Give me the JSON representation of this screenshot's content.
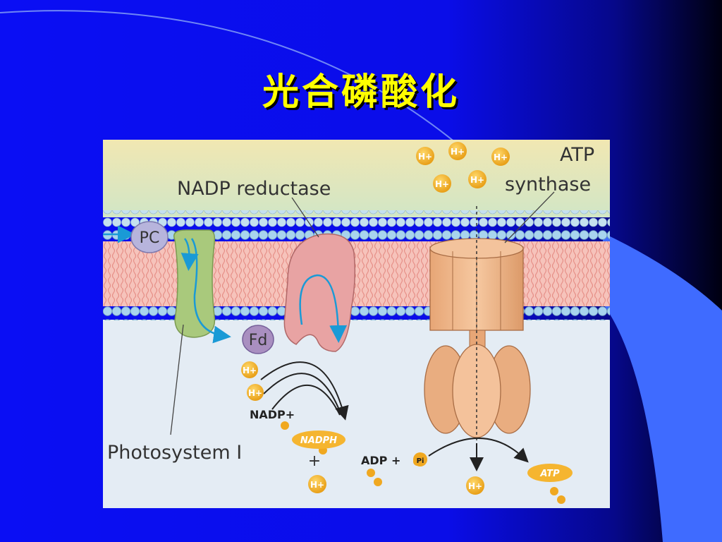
{
  "slide": {
    "title": "光合磷酸化"
  },
  "diagram": {
    "labels": {
      "nadp_reductase": "NADP reductase",
      "atp_synthase_line1": "ATP",
      "atp_synthase_line2": "synthase",
      "photosystem": "Photosystem I",
      "pc": "PC",
      "fd": "Fd",
      "nadp_plus": "NADP+",
      "nadph": "NADPH",
      "plus": "+",
      "adp_plus": "ADP +",
      "pi": "Pi",
      "atp": "ATP",
      "proton": "H+"
    }
  },
  "colors": {
    "slide_background": "#0a0ef2",
    "title": "#ffff00",
    "proton": "#f0a820",
    "flow_arrow": "#1a9ad6",
    "membrane_head": "#a8d4ee",
    "membrane_tail": "#f6b9b0",
    "photosystem": "#a9c97c",
    "reductase": "#e8a3a3",
    "synthase": "#efb88a"
  }
}
